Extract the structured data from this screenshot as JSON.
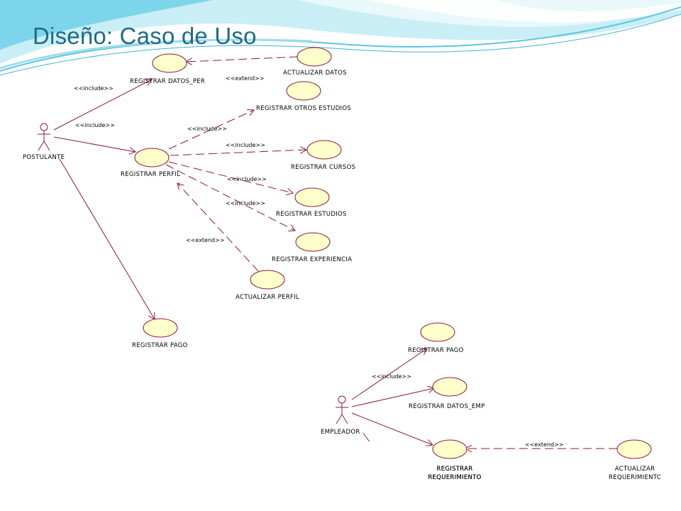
{
  "slide": {
    "title": "Diseño: Caso de Uso"
  },
  "colors": {
    "usecase_fill": "#ffffcc",
    "line": "#8b1a3a",
    "title": "#1f6b85",
    "wave_light": "#c9eef6",
    "wave_mid": "#6fd0e8"
  },
  "actors": {
    "postulante": "POSTULANTE",
    "empleador": "EMPLEADOR"
  },
  "use_cases": {
    "registrar_datos_per": "REGISTRAR DATOS_PER",
    "actualizar_datos": "ACTUALIZAR DATOS",
    "registrar_otros_estudios": "REGISTRAR OTROS ESTUDIOS",
    "registrar_perfil": "REGISTRAR PERFIL",
    "registrar_cursos": "REGISTRAR CURSOS",
    "registrar_estudios": "REGISTRAR ESTUDIOS",
    "registrar_experiencia": "REGISTRAR EXPERIENCIA",
    "actualizar_perfil": "ACTUALIZAR PERFIL",
    "registrar_pago_1": "REGISTRAR PAGO",
    "registrar_pago_2": "REGISTRAR PAGO",
    "registrar_datos_emp": "REGISTRAR DATOS_EMP",
    "registrar_requerimiento": [
      "REGISTRAR",
      "REQUERIMIENTO"
    ],
    "actualizar_requerimiento": [
      "ACTUALIZAR",
      "REQUERIMIENTC"
    ]
  },
  "stereotypes": {
    "include_datos_per": "<<include>>",
    "extend_actualizar_datos": "<<extend>>",
    "include_perfil": "<<include>>",
    "include_otros": "<<include>>",
    "include_cursos": "<<include>>",
    "include_estudios": "<<include>>",
    "include_experiencia": "<<include>>",
    "extend_actualizar_perfil": "<<extend>>",
    "include_emp": "<<include>>",
    "extend_requerimiento": "<<extend>>"
  }
}
